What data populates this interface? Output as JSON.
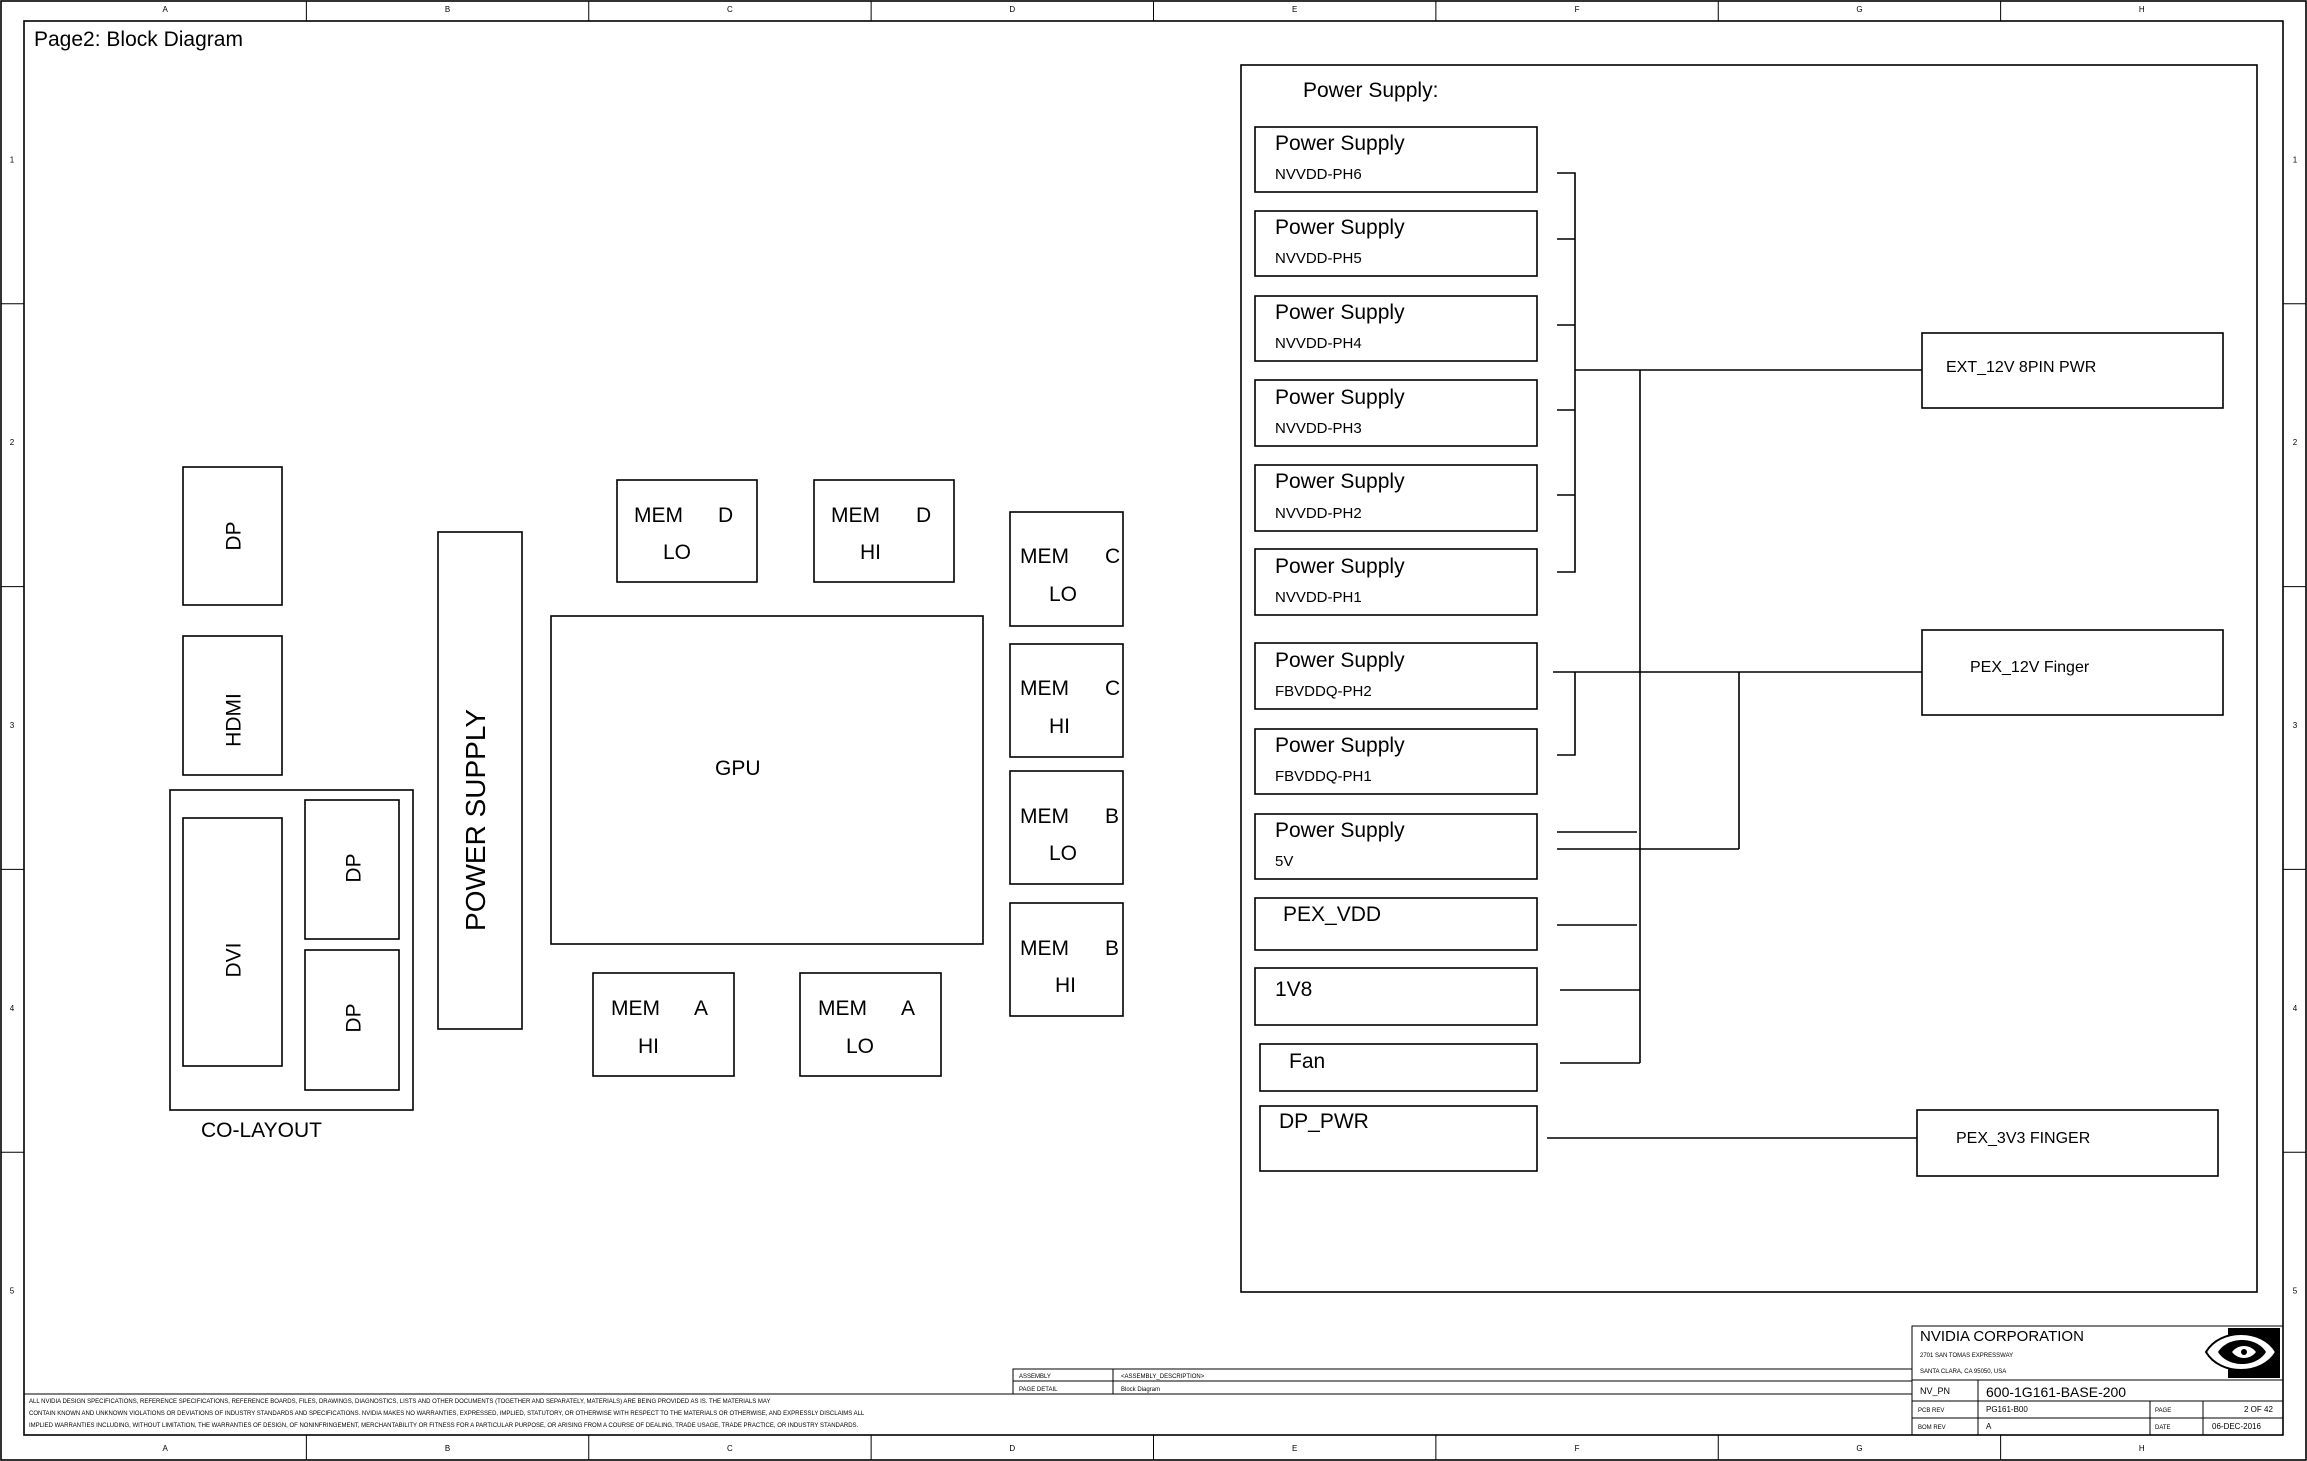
{
  "page_title": "Page2: Block Diagram",
  "connectors": {
    "dp_top": "DP",
    "hdmi": "HDMI",
    "dvi": "DVI",
    "dp_mid": "DP",
    "dp_bot": "DP",
    "co_layout": "CO-LAYOUT"
  },
  "power_supply_vertical": "POWER SUPPLY",
  "gpu": "GPU",
  "memory": [
    {
      "l1": "MEM",
      "l2": "D",
      "l3": "LO"
    },
    {
      "l1": "MEM",
      "l2": "D",
      "l3": "HI"
    },
    {
      "l1": "MEM",
      "l2": "C",
      "l3": "LO"
    },
    {
      "l1": "MEM",
      "l2": "C",
      "l3": "HI"
    },
    {
      "l1": "MEM",
      "l2": "B",
      "l3": "LO"
    },
    {
      "l1": "MEM",
      "l2": "B",
      "l3": "HI"
    },
    {
      "l1": "MEM",
      "l2": "A",
      "l3": "HI"
    },
    {
      "l1": "MEM",
      "l2": "A",
      "l3": "LO"
    }
  ],
  "power_panel": {
    "title": "Power Supply:",
    "rails": [
      {
        "title": "Power Supply",
        "sub": "NVVDD-PH6"
      },
      {
        "title": "Power Supply",
        "sub": "NVVDD-PH5"
      },
      {
        "title": "Power Supply",
        "sub": "NVVDD-PH4"
      },
      {
        "title": "Power Supply",
        "sub": "NVVDD-PH3"
      },
      {
        "title": "Power Supply",
        "sub": "NVVDD-PH2"
      },
      {
        "title": "Power Supply",
        "sub": "NVVDD-PH1"
      },
      {
        "title": "Power Supply",
        "sub": "FBVDDQ-PH2"
      },
      {
        "title": "Power Supply",
        "sub": "FBVDDQ-PH1"
      },
      {
        "title": "Power Supply",
        "sub": "5V"
      },
      {
        "title": "PEX_VDD",
        "sub": ""
      },
      {
        "title": "1V8",
        "sub": ""
      },
      {
        "title": "Fan",
        "sub": ""
      },
      {
        "title": "DP_PWR",
        "sub": ""
      }
    ],
    "sources": {
      "ext": "EXT_12V 8PIN PWR",
      "pex12": "PEX_12V Finger",
      "pex3v3": "PEX_3V3 FINGER"
    }
  },
  "border": {
    "cols": [
      "A",
      "B",
      "C",
      "D",
      "E",
      "F",
      "G",
      "H"
    ],
    "rows": [
      "1",
      "2",
      "3",
      "4",
      "5"
    ]
  },
  "title_block": {
    "company": "NVIDIA CORPORATION",
    "addr1": "2701 SAN TOMAS EXPRESSWAY",
    "addr2": "SANTA CLARA, CA 95050, USA",
    "nvpn_label": "NV_PN",
    "nvpn_value": "600-1G161-BASE-200",
    "pcb_label": "PCB REV",
    "pcb_value": "PG161-B00",
    "bom_label": "BOM REV",
    "bom_value": "A",
    "page_label": "PAGE",
    "page_value": "2 OF 42",
    "date_label": "DATE",
    "date_value": "06-DEC-2016",
    "assembly_label": "ASSEMBLY",
    "assembly_value": "<ASSEMBLY_DESCRIPTION>",
    "page_detail_label": "PAGE DETAIL",
    "page_detail_value": "Block Diagram",
    "disclaimer1": "ALL NVIDIA DESIGN SPECIFICATIONS, REFERENCE SPECIFICATIONS, REFERENCE BOARDS, FILES, DRAWINGS, DIAGNOSTICS, LISTS AND OTHER DOCUMENTS (TOGETHER AND SEPARATELY, MATERIALS) ARE BEING PROVIDED AS IS. THE MATERIALS MAY",
    "disclaimer2": "CONTAIN KNOWN AND UNKNOWN VIOLATIONS OR DEVIATIONS OF INDUSTRY STANDARDS AND SPECIFICATIONS. NVIDIA MAKES NO WARRANTIES, EXPRESSED, IMPLIED, STATUTORY, OR OTHERWISE WITH RESPECT TO THE MATERIALS OR OTHERWISE, AND EXPRESSLY DISCLAIMS ALL",
    "disclaimer3": "IMPLIED WARRANTIES INCLUDING, WITHOUT LIMITATION, THE WARRANTIES OF DESIGN, OF NONINFRINGEMENT, MERCHANTABILITY OR FITNESS FOR A PARTICULAR PURPOSE, OR ARISING FROM A COURSE OF DEALING, TRADE USAGE, TRADE PRACTICE, OR INDUSTRY STANDARDS."
  }
}
